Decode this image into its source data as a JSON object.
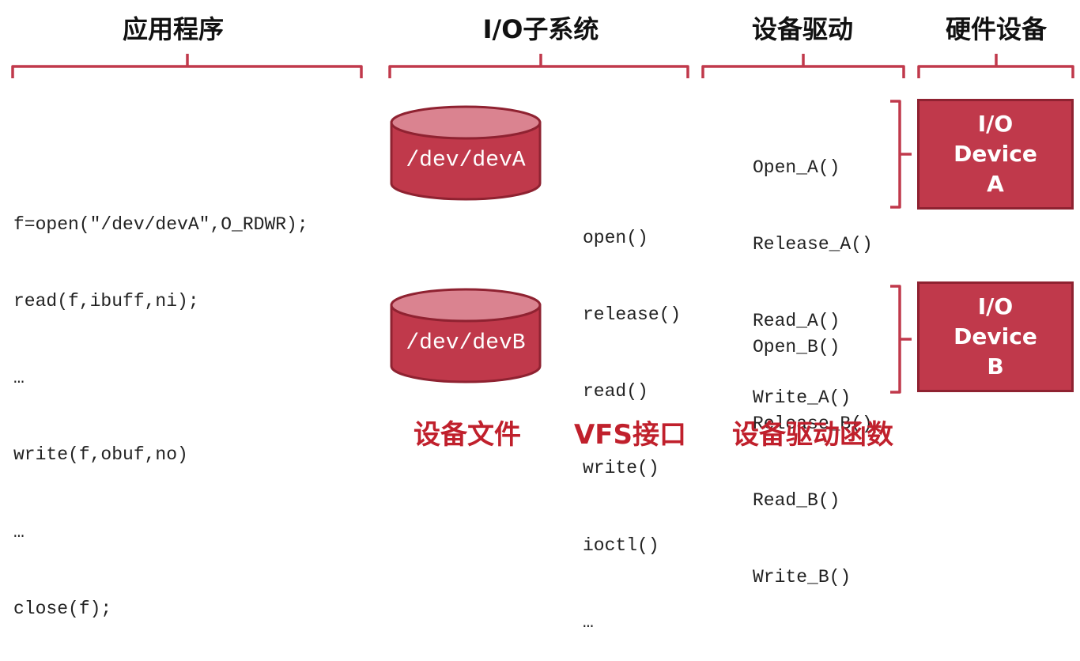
{
  "headers": {
    "app": "应用程序",
    "io_subsystem": "I/O子系统",
    "driver": "设备驱动",
    "hardware": "硬件设备"
  },
  "app_code": [
    "f=open(\"/dev/devA\",O_RDWR);",
    "read(f,ibuff,ni);",
    "…",
    "write(f,obuf,no)",
    "…",
    "close(f);"
  ],
  "device_files": {
    "a": "/dev/devA",
    "b": "/dev/devB"
  },
  "vfs_functions": [
    "open()",
    "release()",
    "read()",
    "write()",
    "ioctl()",
    "…"
  ],
  "driver_functions_a": [
    "Open_A()",
    "Release_A()",
    "Read_A()",
    "Write_A()"
  ],
  "driver_functions_b": [
    "Open_B()",
    "Release_B()",
    "Read_B()",
    "Write_B()"
  ],
  "device_a": {
    "line1": "I/O",
    "line2": "Device",
    "line3": "A"
  },
  "device_b": {
    "line1": "I/O",
    "line2": "Device",
    "line3": "B"
  },
  "bottom_labels": {
    "device_file": "设备文件",
    "vfs_interface": "VFS接口",
    "driver_functions": "设备驱动函数"
  },
  "colors": {
    "accent": "#c0394b",
    "bracket": "#c0394b",
    "cylinder_top": "#da8390",
    "bottom_label": "#c0202c"
  }
}
